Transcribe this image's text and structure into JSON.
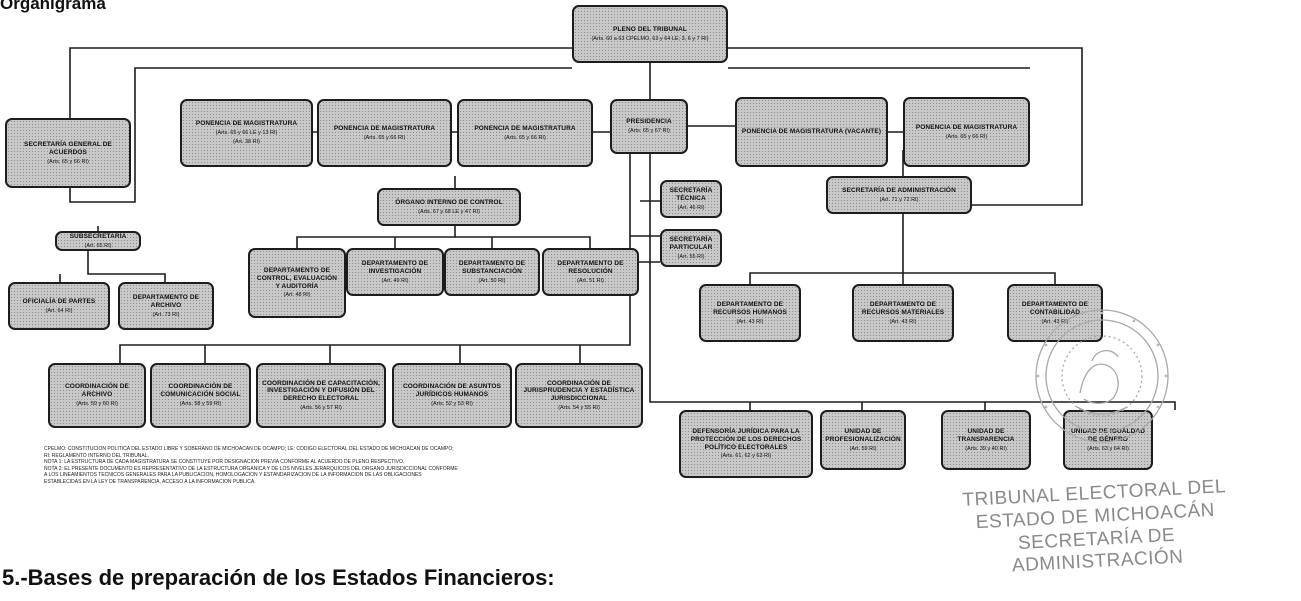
{
  "header": {
    "title": "Organigrama"
  },
  "chart": {
    "pleno": {
      "title": "PLENO DEL TRIBUNAL",
      "ref": "(Arts. 60 a 63 CPELMO, 63 y 64 LE; 3, 6 y 7 RI)"
    },
    "secretaria_general": {
      "title": "SECRETARÍA GENERAL DE ACUERDOS",
      "ref": "(Arts. 65 y 66 RI)"
    },
    "ponencias": [
      {
        "title": "PONENCIA DE MAGISTRATURA",
        "ref": "(Arts. 65 y 66 LE y 13 RI)",
        "ref2": "(Art. 38 RI)"
      },
      {
        "title": "PONENCIA DE MAGISTRATURA",
        "ref": "(Arts. 65 y 66 RI)"
      },
      {
        "title": "PONENCIA DE MAGISTRATURA",
        "ref": "(Arts. 65 y 66 RI)"
      },
      {
        "title": "PONENCIA DE MAGISTRATURA (VACANTE)",
        "ref": ""
      },
      {
        "title": "PONENCIA DE MAGISTRATURA",
        "ref": "(Arts. 65 y 66 RI)"
      }
    ],
    "presidencia": {
      "title": "PRESIDENCIA",
      "ref": "(Arts. 65 y 67 RI)"
    },
    "oic": {
      "title": "ÓRGANO INTERNO DE CONTROL",
      "ref": "(Arts. 67 y 68 LE y 47 RI)"
    },
    "secretaria_tecnica": {
      "title": "SECRETARÍA TÉCNICA",
      "ref": "(Art. 46 RI)"
    },
    "secretaria_particular": {
      "title": "SECRETARÍA PARTICULAR",
      "ref": "(Art. 55 RI)"
    },
    "secretaria_admin": {
      "title": "SECRETARÍA DE ADMINISTRACIÓN",
      "ref": "(Art. 71 y 72 RI)"
    },
    "subdireccion": {
      "title": "SUBSECRETARÍA",
      "ref": "(Art. 65 RI)"
    },
    "oficialia": {
      "title": "OFICIALÍA DE PARTES",
      "ref": "(Art. 64 RI)"
    },
    "archivo": {
      "title": "DEPARTAMENTO DE ARCHIVO",
      "ref": "(Art. 73 RI)"
    },
    "oic_deptos": [
      {
        "title": "DEPARTAMENTO DE CONTROL, EVALUACIÓN Y AUDITORÍA",
        "ref": "(Art. 48 RI)"
      },
      {
        "title": "DEPARTAMENTO DE INVESTIGACIÓN",
        "ref": "(Art. 49 RI)"
      },
      {
        "title": "DEPARTAMENTO DE SUBSTANCIACIÓN",
        "ref": "(Art. 50 RI)"
      },
      {
        "title": "DEPARTAMENTO DE RESOLUCIÓN",
        "ref": "(Art. 51 RI)"
      }
    ],
    "admin_deptos": [
      {
        "title": "DEPARTAMENTO DE RECURSOS HUMANOS",
        "ref": "(Art. 43 RI)"
      },
      {
        "title": "DEPARTAMENTO DE RECURSOS MATERIALES",
        "ref": "(Art. 43 RI)"
      },
      {
        "title": "DEPARTAMENTO DE CONTABILIDAD",
        "ref": "(Art. 43 RI)"
      }
    ],
    "coordinaciones": [
      {
        "title": "COORDINACIÓN DE ARCHIVO",
        "ref": "(Arts. 59 y 60 RI)"
      },
      {
        "title": "COORDINACIÓN DE COMUNICACIÓN SOCIAL",
        "ref": "(Arts. 58 y 59 RI)"
      },
      {
        "title": "COORDINACIÓN DE CAPACITACIÓN, INVESTIGACIÓN Y DIFUSIÓN DEL DERECHO ELECTORAL",
        "ref": "(Arts. 56 y 57 RI)"
      },
      {
        "title": "COORDINACIÓN DE ASUNTOS JURÍDICOS HUMANOS",
        "ref": "(Arts. 52 y 53 RI)"
      },
      {
        "title": "COORDINACIÓN DE JURISPRUDENCIA Y ESTADÍSTICA JURISDICCIONAL",
        "ref": "(Arts. 54 y 55 RI)"
      }
    ],
    "unidades": [
      {
        "title": "DEFENSORÍA JURÍDICA PARA LA PROTECCIÓN DE LOS DERECHOS POLÍTICO ELECTORALES",
        "ref": "(Arts. 61, 62 y 63 RI)"
      },
      {
        "title": "UNIDAD DE PROFESIONALIZACIÓN",
        "ref": "(Art. 59 RI)"
      },
      {
        "title": "UNIDAD DE TRANSPARENCIA",
        "ref": "(Arts. 39 y 40 RI)"
      },
      {
        "title": "UNIDAD DE IGUALDAD DE GÉNERO",
        "ref": "(Arts. 63 y 64 RI)"
      }
    ]
  },
  "notes": [
    "CPELMO: CONSTITUCIÓN POLÍTICA DEL ESTADO LIBRE Y SOBERANO DE MICHOACÁN DE OCAMPO; LE: CÓDIGO ELECTORAL DEL ESTADO DE MICHOACÁN DE OCAMPO;",
    "RI: REGLAMENTO INTERNO DEL TRIBUNAL.",
    "NOTA 1: LA ESTRUCTURA DE CADA MAGISTRATURA SE CONSTITUYE POR DESIGNACIÓN PREVIA CONFORME AL ACUERDO DE PLENO RESPECTIVO.",
    "NOTA 2: EL PRESENTE DOCUMENTO ES REPRESENTATIVO DE LA ESTRUCTURA ORGÁNICA Y DE LOS NIVELES JERÁRQUICOS DEL ÓRGANO JURISDICCIONAL CONFORME",
    "A LOS LINEAMIENTOS TÉCNICOS GENERALES PARA LA PUBLICACIÓN, HOMOLOGACIÓN Y ESTANDARIZACIÓN DE LA INFORMACIÓN DE LAS OBLIGACIONES",
    "ESTABLECIDAS EN LA LEY DE TRANSPARENCIA, ACCESO A LA INFORMACIÓN PÚBLICA."
  ],
  "stamp": {
    "lines": [
      "TRIBUNAL ELECTORAL DEL",
      "ESTADO DE MICHOACÁN",
      "SECRETARÍA DE",
      "ADMINISTRACIÓN"
    ]
  },
  "section": {
    "heading": "5.-Bases de preparación de los Estados Financieros:"
  }
}
